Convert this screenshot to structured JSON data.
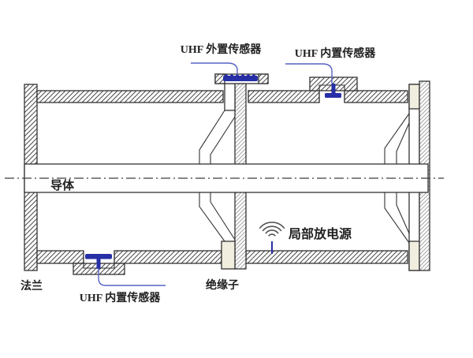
{
  "diagram": {
    "type": "technical-cross-section",
    "subject": "GIS chamber with UHF partial discharge sensors",
    "labels": {
      "uhf_external": "UHF 外置传感器",
      "uhf_internal_top": "UHF 内置传感器",
      "uhf_internal_bottom": "UHF 内置传感器",
      "conductor": "导体",
      "flange": "法兰",
      "insulator": "绝缘子",
      "pd_source": "局部放电源"
    },
    "icons": {
      "pd_source": "radio-waves-icon",
      "sensors": "uhf-sensor-blue-t"
    },
    "colors": {
      "sensor_blue": "#272fa6",
      "leader_blue": "#5562c4",
      "line_dark": "#333333",
      "hatch_dark": "#4a4a4a",
      "hatch_light": "#9a9a9a",
      "cream": "#f2eedf",
      "text_dark": "#1f1f1f",
      "axis_gray": "#3f3f3f",
      "background": "#ffffff"
    }
  }
}
